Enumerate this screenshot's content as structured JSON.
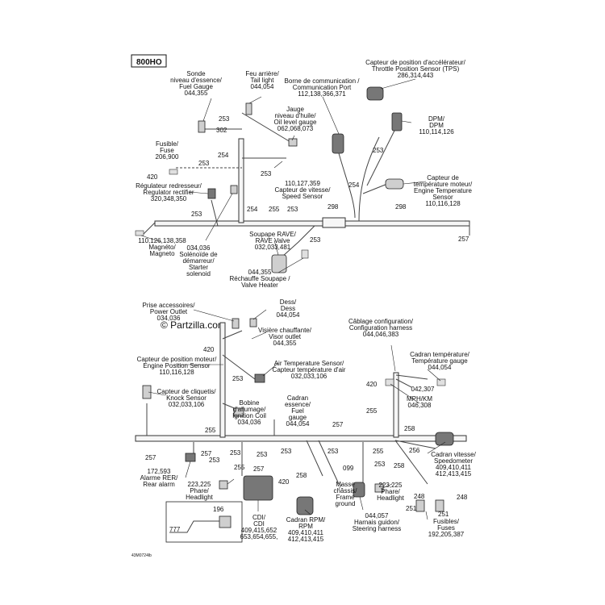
{
  "model": "800HO",
  "watermark": "© Partzilla.com",
  "drawing_code": "43M0724lb",
  "labels": [
    {
      "id": "sonde",
      "lines": [
        "Sonde",
        "niveau d'essence/",
        "Fuel Gauge",
        "044,355"
      ]
    },
    {
      "id": "feu",
      "lines": [
        "Feu arrière/",
        "Tail light",
        "044,054"
      ]
    },
    {
      "id": "borne",
      "lines": [
        "Borne de communication /",
        "Communication Port",
        "112,138,366,371"
      ]
    },
    {
      "id": "tps",
      "lines": [
        "Capteur de position d'accélérateur/",
        "Throttle Position Sensor (TPS)",
        "286,314,443"
      ]
    },
    {
      "id": "jauge",
      "lines": [
        "Jauge",
        "niveau d'huile/",
        "Oil level gauge",
        "062,068,073"
      ]
    },
    {
      "id": "dpm",
      "lines": [
        "DPM/",
        "DPM",
        "110,114,126"
      ]
    },
    {
      "id": "fusible_top",
      "lines": [
        "Fusible/",
        "Fuse",
        "206,900"
      ]
    },
    {
      "id": "ects",
      "lines": [
        "Capteur de",
        "température moteur/",
        "Engine Temperature",
        "Sensor",
        "110,116,128"
      ]
    },
    {
      "id": "speed",
      "lines": [
        "110,127,359",
        "Capteur de vitesse/",
        "Speed Sensor"
      ]
    },
    {
      "id": "regulateur",
      "lines": [
        "Régulateur redresseur/",
        "Regulator rectifier",
        "320,348,350"
      ]
    },
    {
      "id": "magneto",
      "lines": [
        "110,126,138,358",
        "Magnéto/",
        "Magneto"
      ]
    },
    {
      "id": "solenoid",
      "lines": [
        "034,036",
        "Solénoïde de",
        "démarreur/",
        "Starter",
        "solenoid"
      ]
    },
    {
      "id": "rave",
      "lines": [
        "Soupape RAVE/",
        "RAVE Valve",
        "032,033,481"
      ]
    },
    {
      "id": "heater",
      "lines": [
        "044,355",
        "Réchauffe Soupape /",
        "Valve Heater"
      ]
    },
    {
      "id": "prise",
      "lines": [
        "Prise accessoires/",
        "Power Outlet",
        "034,036"
      ]
    },
    {
      "id": "dess",
      "lines": [
        "Dess/",
        "Dess",
        "044,054"
      ]
    },
    {
      "id": "visiere",
      "lines": [
        "Visière chauffante/",
        "Visor outlet",
        "044,355"
      ]
    },
    {
      "id": "cablage",
      "lines": [
        "Câblage configuration/",
        "Configuration harness",
        "044,046,383"
      ]
    },
    {
      "id": "eps",
      "lines": [
        "Capteur de position moteur/",
        "Engine Position Sensor",
        "110,116,128"
      ]
    },
    {
      "id": "ats",
      "lines": [
        "Air Temperature Sensor/",
        "Capteur température d'air",
        "032,033,106"
      ]
    },
    {
      "id": "tempgauge",
      "lines": [
        "Cadran température/",
        "Température gauge",
        "044,054"
      ]
    },
    {
      "id": "knock",
      "lines": [
        "Capteur de cliquetis/",
        "Knock Sensor",
        "032,033,106"
      ]
    },
    {
      "id": "mph",
      "lines": [
        "MPH/KM",
        "046,308"
      ]
    },
    {
      "id": "coil",
      "lines": [
        "Bobine",
        "d'allumage/",
        "Ignition Coil",
        "034,036"
      ]
    },
    {
      "id": "fuelgauge",
      "lines": [
        "Cadran",
        "essence/",
        "Fuel",
        "gauge",
        "044,054"
      ]
    },
    {
      "id": "speedo",
      "lines": [
        "Cadran vitesse/",
        "Speedometer",
        "409,410,411",
        "412,413,415"
      ]
    },
    {
      "id": "alarme",
      "lines": [
        "172,593",
        "Alarme RER/",
        "Rear alarm"
      ]
    },
    {
      "id": "phare_l",
      "lines": [
        "223,225",
        "Phare/",
        "Headlight"
      ]
    },
    {
      "id": "cdi",
      "lines": [
        "CDI/",
        "CDI",
        "409,415,652",
        "653,654,655,"
      ]
    },
    {
      "id": "rpm",
      "lines": [
        "Cadran RPM/",
        "RPM",
        "409,410,411",
        "412,413,415"
      ]
    },
    {
      "id": "masse",
      "lines": [
        "Masse",
        "châssis/",
        "Frame",
        "ground"
      ]
    },
    {
      "id": "phare_r",
      "lines": [
        "223,225",
        "Phare/",
        "Headlight"
      ]
    },
    {
      "id": "guidon",
      "lines": [
        "044,057",
        "Harnais guidon/",
        "Steering harness"
      ]
    },
    {
      "id": "fuses_bottom",
      "lines": [
        "Fusibles/",
        "Fuses",
        "192,205,387"
      ]
    },
    {
      "id": "code_042",
      "lines": [
        "042,307"
      ]
    }
  ],
  "callouts": [
    "302",
    "253",
    "254",
    "253",
    "420",
    "253",
    "254",
    "255",
    "253",
    "298",
    "298",
    "257",
    "254",
    "253",
    "253",
    "420",
    "253",
    "420",
    "255",
    "257",
    "255",
    "257",
    "253",
    "258",
    "253",
    "099",
    "253",
    "255",
    "256",
    "258",
    "255",
    "253",
    "257",
    "253",
    "420",
    "258",
    "248",
    "251",
    "251",
    "248",
    "777",
    "196",
    "257",
    "253",
    "253"
  ]
}
